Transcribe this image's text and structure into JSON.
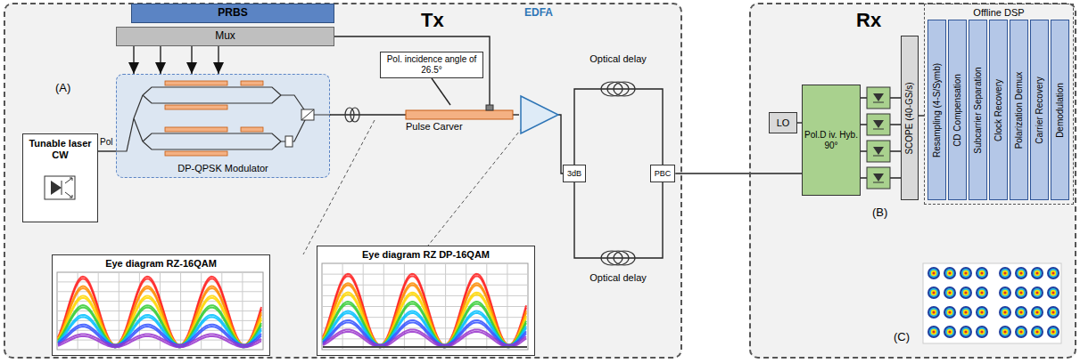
{
  "diagram": {
    "nodes": [
      {
        "text": [
          "Tx"
        ]
      },
      {
        "text": [
          "PRBS"
        ],
        "in": 0
      },
      {
        "text": [
          "Mux"
        ],
        "in": 0
      },
      {
        "text": [
          "Tunable laser CW"
        ],
        "in": 0
      },
      {
        "text": [
          "DP-QPSK Modulator"
        ],
        "in": 0
      },
      {
        "text": [
          "Pol. incidence angle of 26.5°"
        ],
        "in": 0
      },
      {
        "text": [
          "Pulse Carver"
        ],
        "in": 0
      },
      {
        "text": [
          "EDFA"
        ],
        "in": 0
      },
      {
        "text": [
          "3dB"
        ],
        "in": 0
      },
      {
        "text": [
          "PBC"
        ],
        "in": 0
      },
      {
        "text": [
          "Eye diagram RZ-16QAM"
        ],
        "in": 0
      },
      {
        "text": [
          "Eye diagram RZ DP-16QAM"
        ],
        "in": 0
      },
      {
        "text": [
          "Rx"
        ]
      },
      {
        "text": [
          "LO"
        ],
        "in": 12
      },
      {
        "text": [
          "Pol.D iv. Hyb. 90°"
        ],
        "in": 12
      },
      {
        "text": [
          "SCOPE (40-GS/s)"
        ],
        "in": 12
      },
      {
        "text": [
          "Offline DSP"
        ],
        "in": 12
      },
      {
        "text": [
          "Resampling (4-S/Symb)"
        ],
        "in": 16
      },
      {
        "text": [
          "CD Compensation"
        ],
        "in": 16
      },
      {
        "text": [
          "Subcarrier Separation"
        ],
        "in": 16
      },
      {
        "text": [
          "Clock Recovery"
        ],
        "in": 16
      },
      {
        "text": [
          "Polarization Demux"
        ],
        "in": 16
      },
      {
        "text": [
          "Carrier Recovery"
        ],
        "in": 16
      },
      {
        "text": [
          "Demodulation"
        ],
        "in": 16
      }
    ],
    "edges": [
      {
        "from": 2,
        "to": 4,
        "arrow": "to"
      },
      {
        "from": 2,
        "to": 6,
        "arrow": "none"
      },
      {
        "from": 3,
        "to": 4,
        "arrow": "none"
      },
      {
        "from": 4,
        "to": 6,
        "arrow": "none"
      },
      {
        "from": 5,
        "to": 6,
        "arrow": "none"
      },
      {
        "from": 6,
        "to": 7,
        "arrow": "none"
      },
      {
        "from": 7,
        "to": 8,
        "arrow": "none"
      },
      {
        "from": 8,
        "to": 9,
        "arrow": "none"
      },
      {
        "from": 8,
        "to": 9,
        "arrow": "none"
      },
      {
        "from": 9,
        "to": 14,
        "arrow": "none"
      },
      {
        "from": 13,
        "to": 14,
        "arrow": "none"
      },
      {
        "from": 14,
        "to": 15,
        "arrow": "none"
      },
      {
        "from": 15,
        "to": 16,
        "arrow": "none"
      }
    ],
    "labels": [
      "(A)",
      "Pol",
      "Optical delay",
      "Optical delay",
      "(B)",
      "(C)"
    ]
  }
}
